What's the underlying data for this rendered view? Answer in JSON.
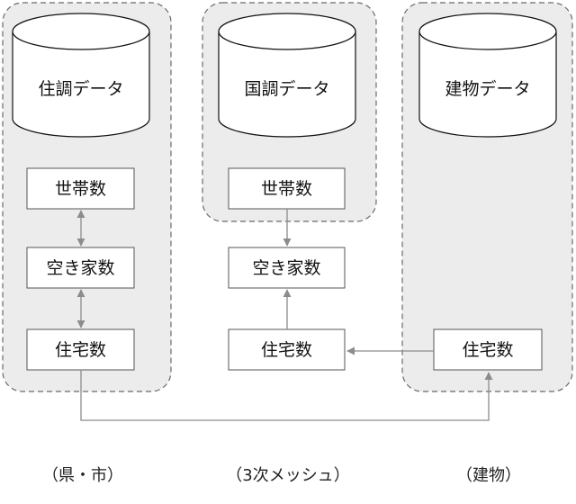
{
  "databases": {
    "left": "住調データ",
    "middle": "国調データ",
    "right": "建物データ"
  },
  "boxes": {
    "left_households": "世帯数",
    "left_vacant": "空き家数",
    "left_housing": "住宅数",
    "mid_households": "世帯数",
    "mid_vacant": "空き家数",
    "mid_housing": "住宅数",
    "right_housing": "住宅数"
  },
  "captions": {
    "left": "（県・市）",
    "middle": "（3次メッシュ）",
    "right": "（建物）"
  },
  "colors": {
    "group_fill": "#ececec",
    "group_border": "#6a6a6a",
    "arrow": "#8c8c8c",
    "box_border": "#555555"
  }
}
